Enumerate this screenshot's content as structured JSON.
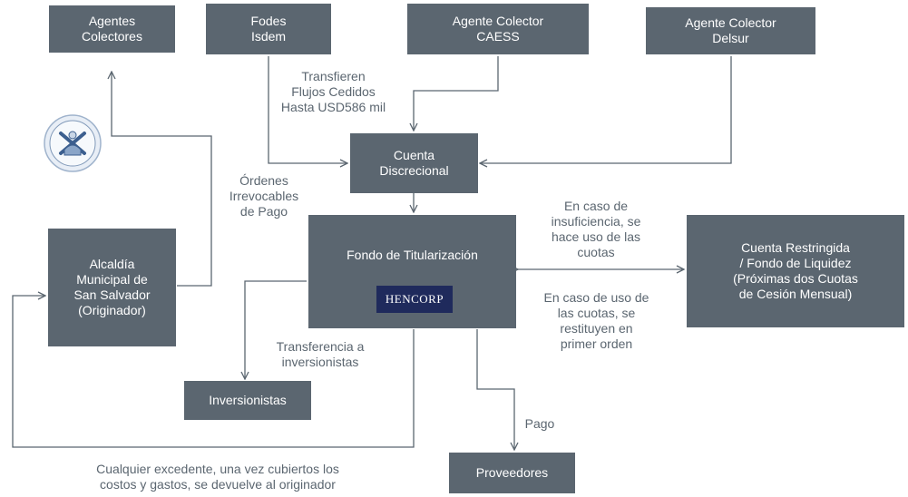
{
  "boxes": {
    "agentes_colectores": [
      "Agentes",
      "Colectores"
    ],
    "fodes": [
      "Fodes",
      "Isdem"
    ],
    "caess": [
      "Agente Colector",
      "CAESS"
    ],
    "delsur": [
      "Agente Colector",
      "Delsur"
    ],
    "cuenta_discrecional": [
      "Cuenta",
      "Discrecional"
    ],
    "fondo": [
      "Fondo de Titularización"
    ],
    "alcaldia": [
      "Alcaldía",
      "Municipal de",
      "San Salvador",
      "(Originador)"
    ],
    "cuenta_restringida": [
      "Cuenta Restringida",
      "/ Fondo de Liquidez",
      "(Próximas dos Cuotas",
      "de Cesión Mensual)"
    ],
    "inversionistas": [
      "Inversionistas"
    ],
    "proveedores": [
      "Proveedores"
    ]
  },
  "labels": {
    "transfieren": [
      "Transfieren",
      "Flujos Cedidos",
      "Hasta USD586 mil"
    ],
    "ordenes": [
      "Órdenes",
      "Irrevocables",
      "de Pago"
    ],
    "insuficiencia": [
      "En caso de",
      "insuficiencia, se",
      "hace uso de las",
      "cuotas"
    ],
    "uso_cuotas": [
      "En caso de uso de",
      "las cuotas, se",
      "restituyen en",
      "primer orden"
    ],
    "transferencia": [
      "Transferencia a",
      "inversionistas"
    ],
    "pago": [
      "Pago"
    ],
    "excedente": [
      "Cualquier excedente, una vez cubiertos los",
      "costos y gastos, se devuelve al originador"
    ]
  },
  "logos": {
    "hencorp": "HENCORP"
  },
  "colors": {
    "box": "#5b6670",
    "line": "#5b6670",
    "label": "#5b6670"
  }
}
